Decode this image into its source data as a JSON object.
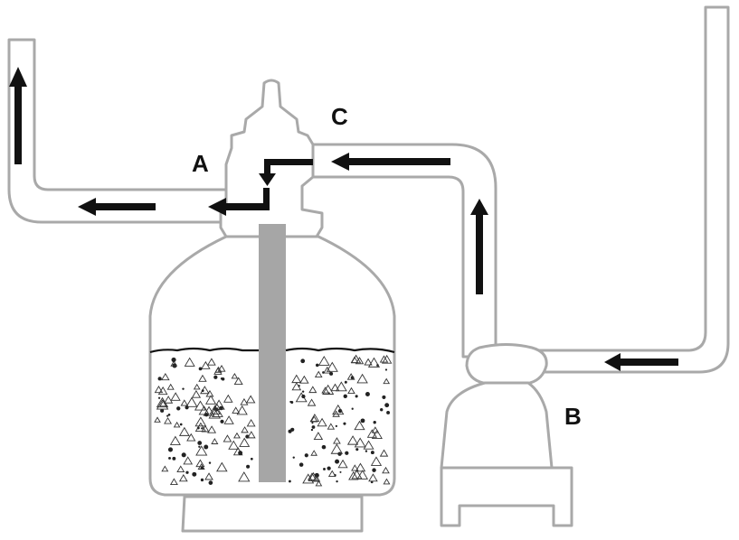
{
  "labels": {
    "a": "A",
    "b": "B",
    "c": "C"
  },
  "colors": {
    "outline": "#a9a9a9",
    "standpipe": "#a6a6a6",
    "arrow": "#111111",
    "background": "#ffffff"
  },
  "icons": {
    "flow_arrow": "arrow-icon",
    "filter_media": "sand-gravel-pattern"
  }
}
